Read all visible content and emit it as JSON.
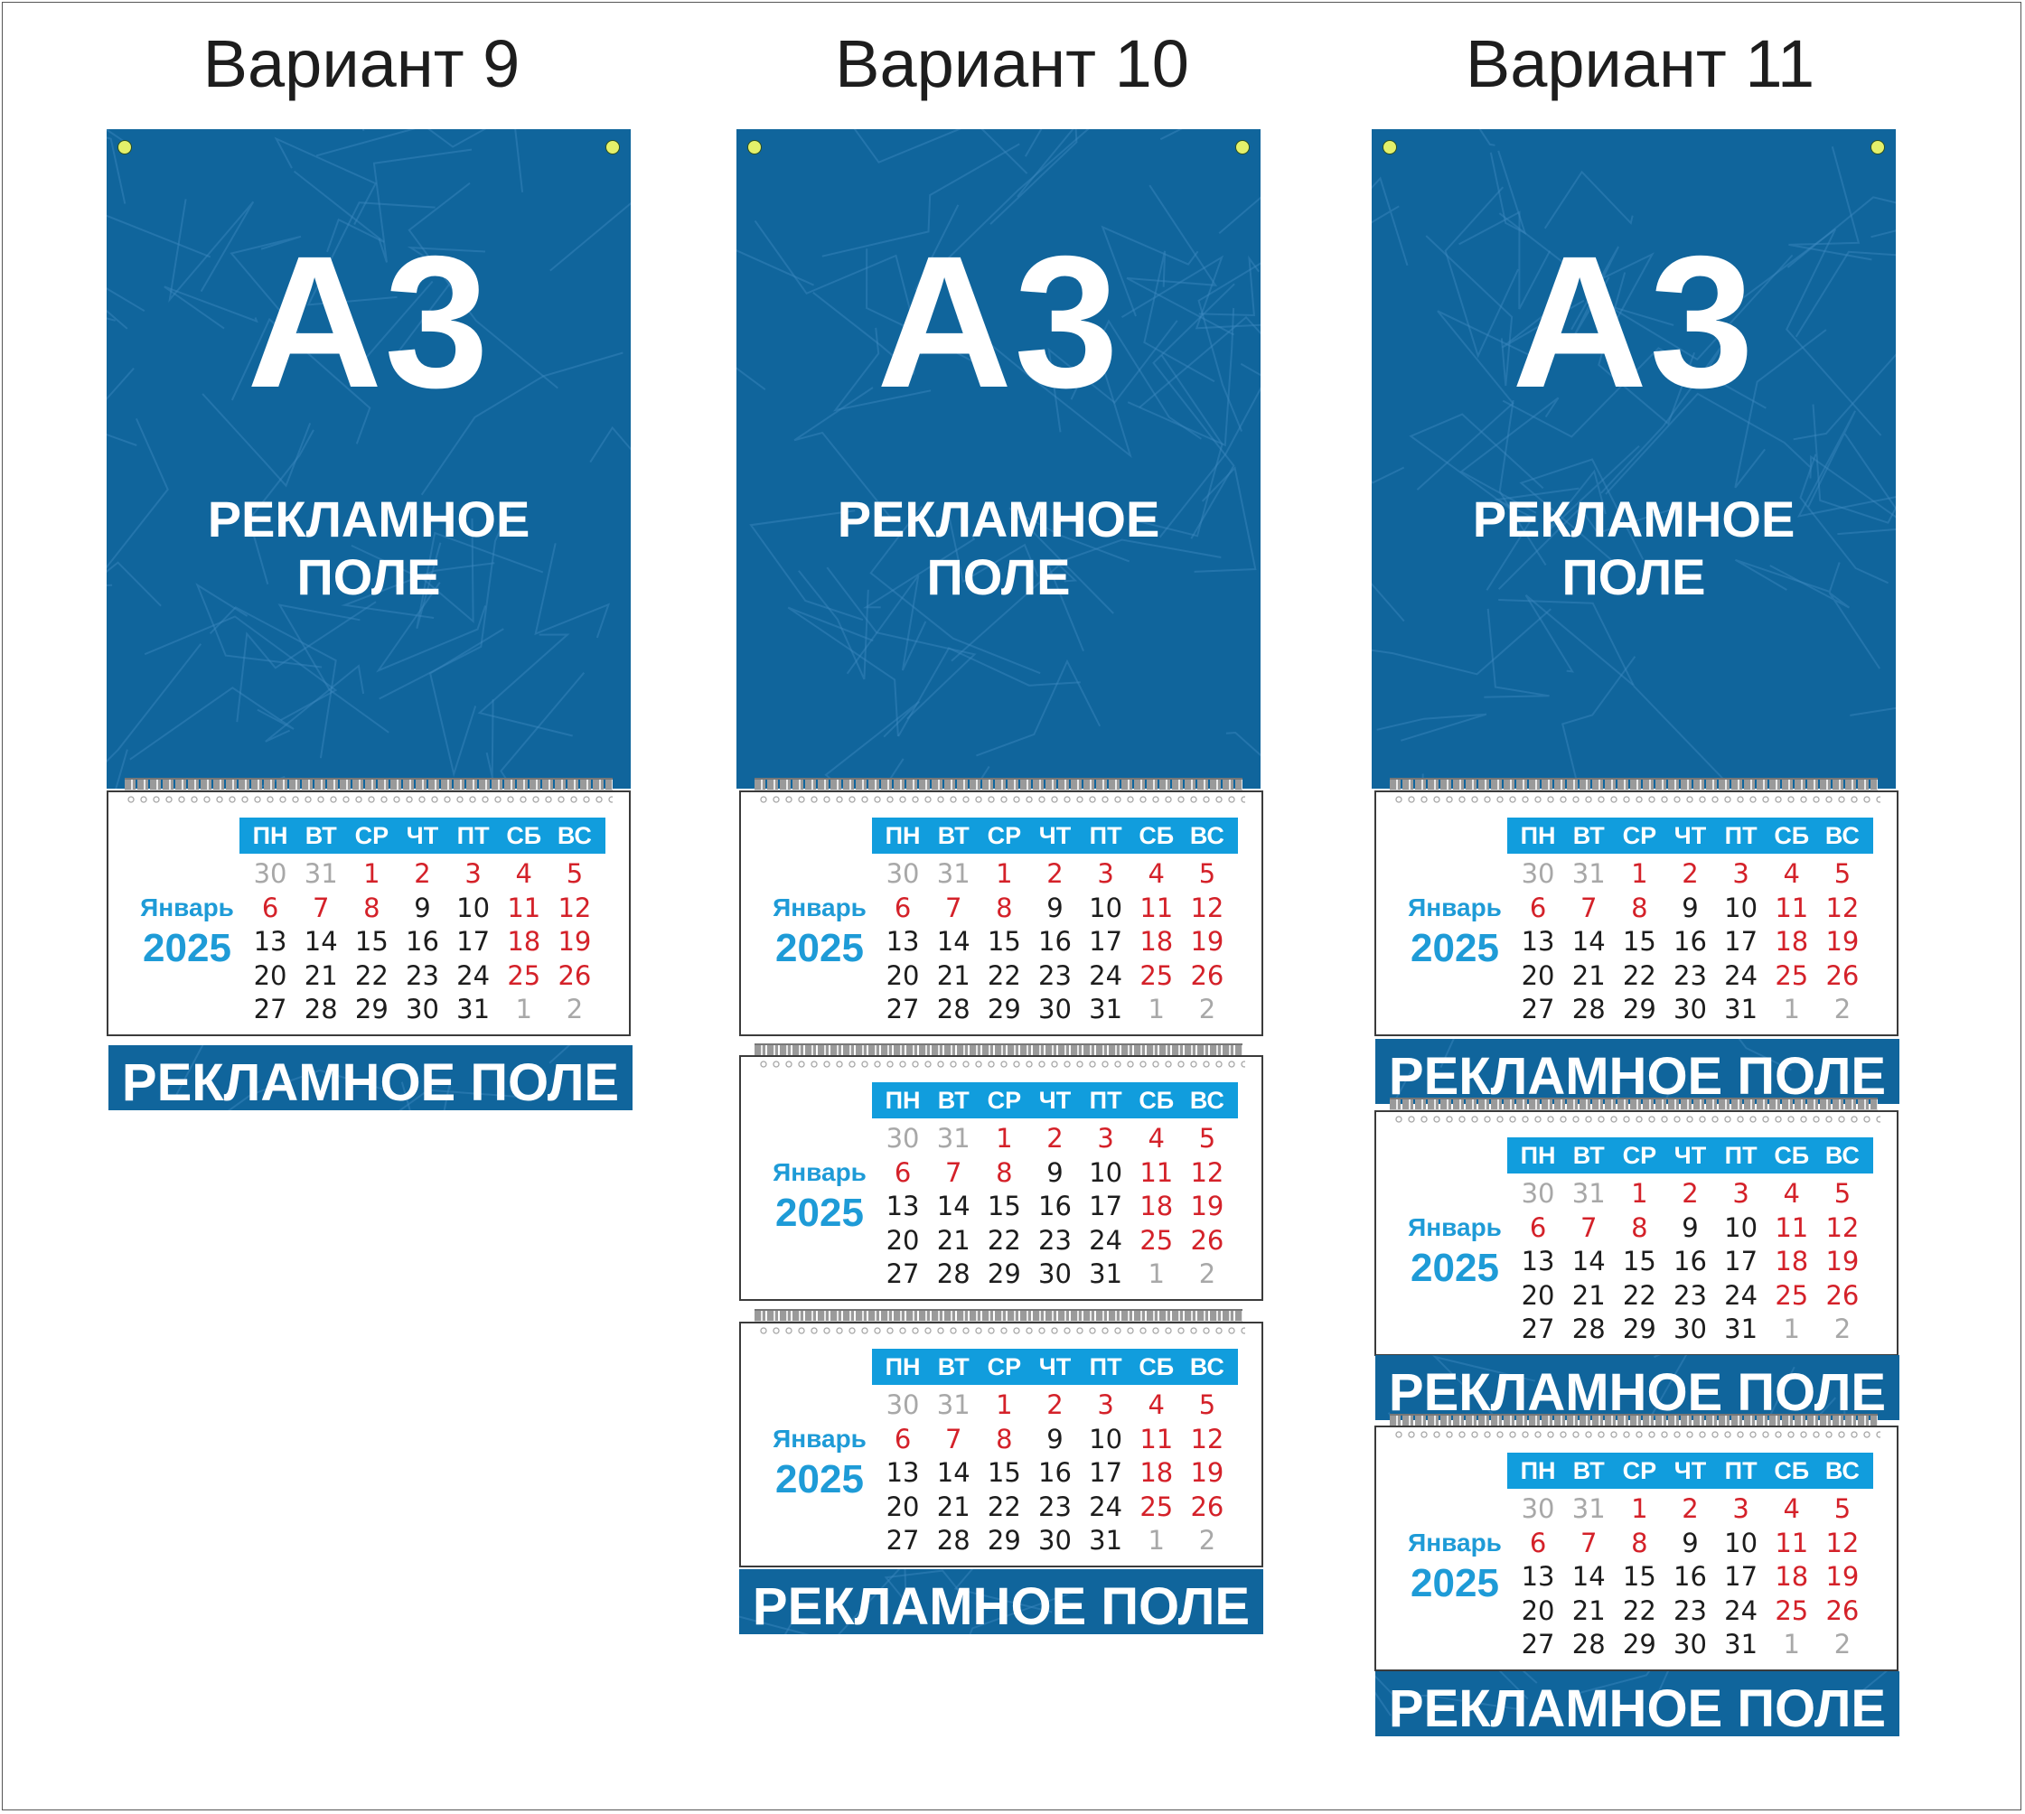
{
  "variants": [
    {
      "title": "Вариант 9"
    },
    {
      "title": "Вариант 10"
    },
    {
      "title": "Вариант 11"
    }
  ],
  "cover": {
    "format": "А3",
    "ad_line1": "РЕКЛАМНОЕ",
    "ad_line2": "ПОЛЕ"
  },
  "strip_text": "РЕКЛАМНОЕ ПОЛЕ",
  "calendar": {
    "month": "Январь",
    "year": "2025",
    "weekdays": [
      "ПН",
      "ВТ",
      "СР",
      "ЧТ",
      "ПТ",
      "СБ",
      "ВС"
    ],
    "days": [
      {
        "n": "30",
        "s": "gray"
      },
      {
        "n": "31",
        "s": "gray"
      },
      {
        "n": "1",
        "s": "red"
      },
      {
        "n": "2",
        "s": "red"
      },
      {
        "n": "3",
        "s": "red"
      },
      {
        "n": "4",
        "s": "red"
      },
      {
        "n": "5",
        "s": "red"
      },
      {
        "n": "6",
        "s": "red"
      },
      {
        "n": "7",
        "s": "red"
      },
      {
        "n": "8",
        "s": "red"
      },
      {
        "n": "9",
        "s": ""
      },
      {
        "n": "10",
        "s": ""
      },
      {
        "n": "11",
        "s": "red"
      },
      {
        "n": "12",
        "s": "red"
      },
      {
        "n": "13",
        "s": ""
      },
      {
        "n": "14",
        "s": ""
      },
      {
        "n": "15",
        "s": ""
      },
      {
        "n": "16",
        "s": ""
      },
      {
        "n": "17",
        "s": ""
      },
      {
        "n": "18",
        "s": "red"
      },
      {
        "n": "19",
        "s": "red"
      },
      {
        "n": "20",
        "s": ""
      },
      {
        "n": "21",
        "s": ""
      },
      {
        "n": "22",
        "s": ""
      },
      {
        "n": "23",
        "s": ""
      },
      {
        "n": "24",
        "s": ""
      },
      {
        "n": "25",
        "s": "red"
      },
      {
        "n": "26",
        "s": "red"
      },
      {
        "n": "27",
        "s": ""
      },
      {
        "n": "28",
        "s": ""
      },
      {
        "n": "29",
        "s": ""
      },
      {
        "n": "30",
        "s": ""
      },
      {
        "n": "31",
        "s": ""
      },
      {
        "n": "1",
        "s": "gray"
      },
      {
        "n": "2",
        "s": "gray"
      }
    ]
  },
  "colors": {
    "cover_blue": "#10659c",
    "header_blue": "#119ddd",
    "month_blue": "#1e9bd7",
    "holiday_red": "#d42129",
    "muted_gray": "#a8a8a8"
  }
}
